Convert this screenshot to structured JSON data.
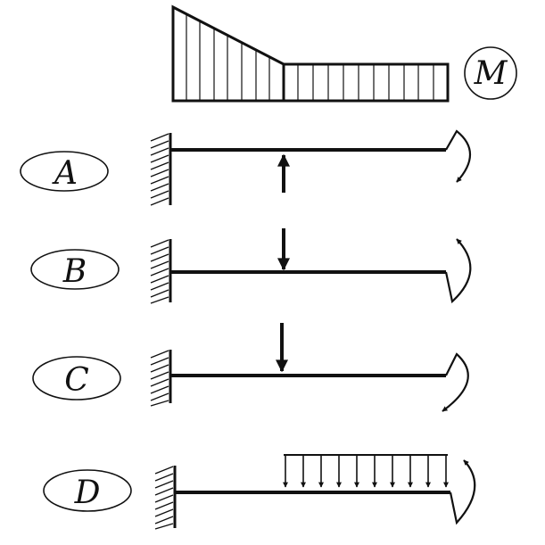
{
  "diagram": {
    "moment_label": "M",
    "options": [
      {
        "label": "A"
      },
      {
        "label": "B"
      },
      {
        "label": "C"
      },
      {
        "label": "D"
      }
    ]
  }
}
